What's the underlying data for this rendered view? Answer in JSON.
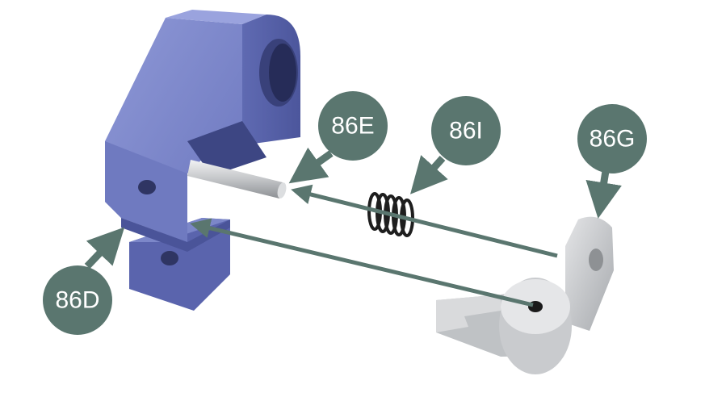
{
  "diagram": {
    "colors": {
      "callout": "#5a766f",
      "bracket": "#7480c4",
      "pin": "#c8cacc",
      "spring": "#1e1e1e",
      "lever": "#c4c6c9",
      "arrow": "#5a766f"
    },
    "callouts": [
      {
        "id": "86D",
        "label": "86D"
      },
      {
        "id": "86E",
        "label": "86E"
      },
      {
        "id": "86I",
        "label": "86I"
      },
      {
        "id": "86G",
        "label": "86G"
      }
    ],
    "parts": [
      {
        "id": "86D",
        "description": "blue-bracket"
      },
      {
        "id": "86E",
        "description": "steel-pin"
      },
      {
        "id": "86I",
        "description": "coil-spring"
      },
      {
        "id": "86G",
        "description": "grey-lever"
      }
    ]
  }
}
